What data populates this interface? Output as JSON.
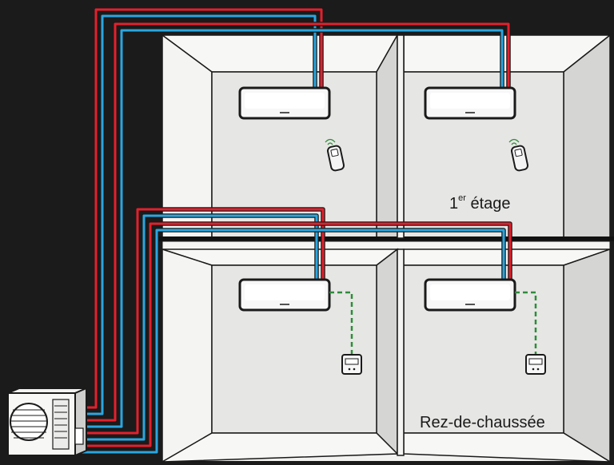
{
  "labels": {
    "first_floor": {
      "sup": "er",
      "text": "étage",
      "num": "1"
    },
    "ground_floor": "Rez-de-chaussée"
  },
  "colors": {
    "background": "#1b1b1b",
    "room_back_wall": "#e6e6e4",
    "room_side_wall": "#f4f4f2",
    "room_dark_wall": "#cfcfcd",
    "pipe_hot": "#e4202c",
    "pipe_cold": "#2aa6e0",
    "pipe_outline": "#1a1a1a",
    "control_wire": "#2e8b3a"
  },
  "units": {
    "indoor_units": 4,
    "outdoor_units": 1,
    "remote_controls": 2,
    "wall_thermostats": 2
  }
}
